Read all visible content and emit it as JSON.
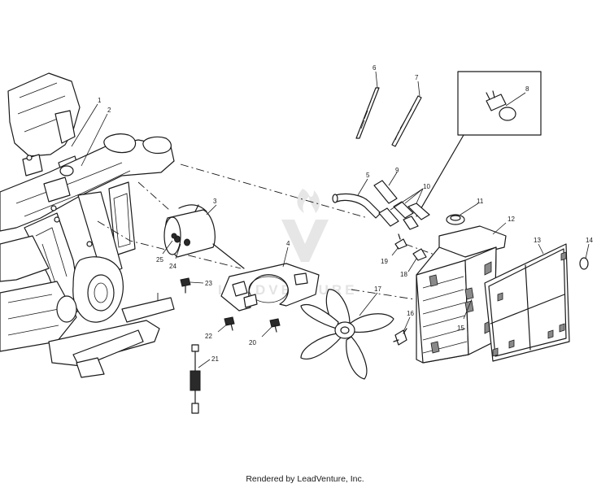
{
  "diagram": {
    "callouts": [
      "1",
      "2",
      "3",
      "4",
      "5",
      "6",
      "7",
      "8",
      "9",
      "10",
      "11",
      "12",
      "13",
      "14",
      "15",
      "16",
      "17",
      "18",
      "19",
      "20",
      "21",
      "22",
      "23",
      "24",
      "25"
    ]
  },
  "watermark": {
    "text": "LEADVENTURE"
  },
  "footer": {
    "text": "Rendered by LeadVenture, Inc."
  }
}
